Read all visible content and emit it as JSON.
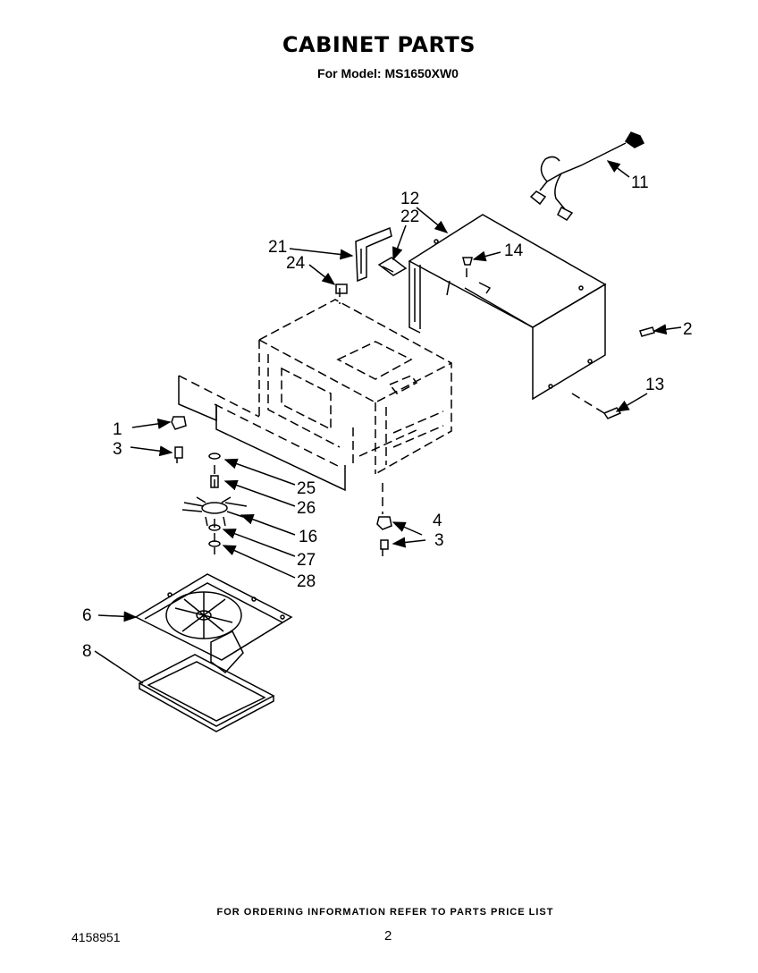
{
  "header": {
    "title": "CABINET PARTS",
    "subtitle": "For Model: MS1650XW0"
  },
  "footer": {
    "note": "FOR ORDERING INFORMATION REFER TO PARTS PRICE LIST",
    "doc_number": "4158951",
    "page_number": "2"
  },
  "callouts": {
    "c1": "1",
    "c2": "2",
    "c3a": "3",
    "c3b": "3",
    "c4": "4",
    "c6": "6",
    "c8": "8",
    "c11": "11",
    "c12": "12",
    "c13": "13",
    "c14": "14",
    "c16": "16",
    "c21": "21",
    "c22": "22",
    "c24": "24",
    "c25": "25",
    "c26": "26",
    "c27": "27",
    "c28": "28"
  }
}
